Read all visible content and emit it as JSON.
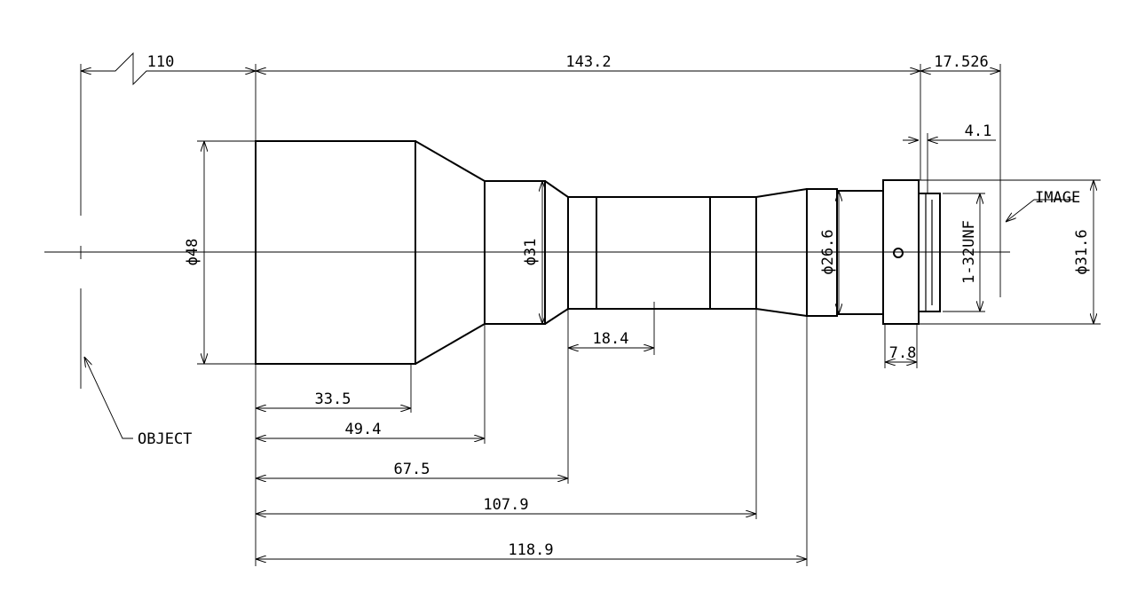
{
  "labels": {
    "object_distance": "110",
    "total_length": "143.2",
    "back_focal": "17.526",
    "flange_offset": "4.1",
    "image": "IMAGE",
    "object": "OBJECT",
    "front_diameter": "ϕ48",
    "mid_diameter": "ϕ31",
    "rear_diameter": "ϕ26.6",
    "thread": "1-32UNF",
    "mount_diameter": "ϕ31.6",
    "screw_offset": "18.4",
    "mount_width": "7.8",
    "dim_33_5": "33.5",
    "dim_49_4": "49.4",
    "dim_67_5": "67.5",
    "dim_107_9": "107.9",
    "dim_118_9": "118.9"
  }
}
